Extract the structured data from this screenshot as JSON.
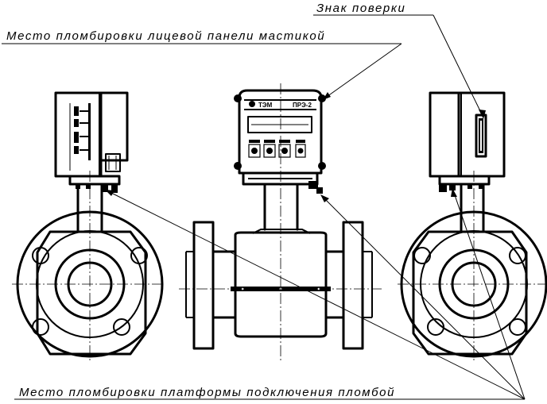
{
  "labels": {
    "verification_mark": "Знак поверки",
    "front_panel_seal": "Место пломбировки лицевой панели мастикой",
    "platform_seal": "Место пломбировки платформы подключения пломбой"
  },
  "panel": {
    "brand": "ТЭМ",
    "model": "ПРЭ-2"
  },
  "colors": {
    "ink": "#000000",
    "paper": "#ffffff"
  }
}
